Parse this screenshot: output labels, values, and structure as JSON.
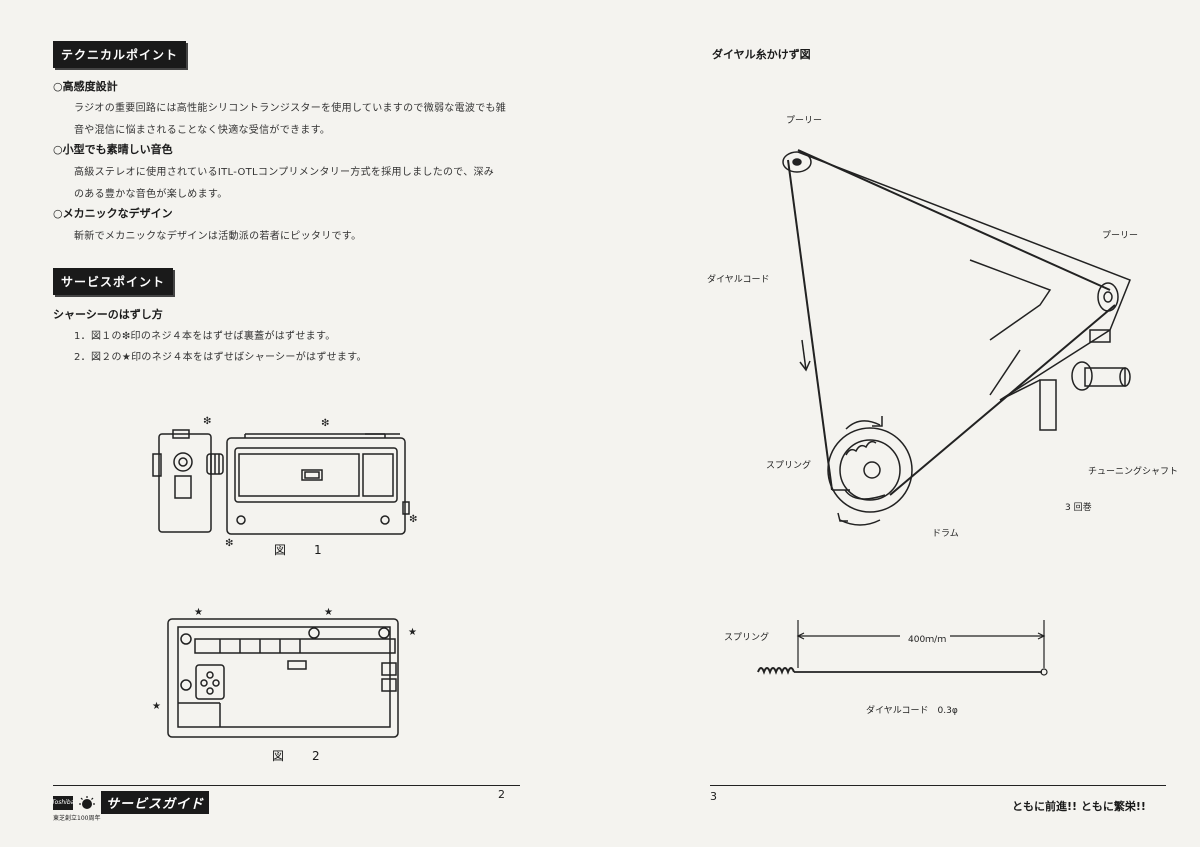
{
  "left": {
    "tech_heading": "テクニカルポイント",
    "points": [
      {
        "title": "○高感度設計",
        "lines": [
          "ラジオの重要回路には高性能シリコントランジスターを使用していますので微弱な電波でも雑",
          "音や混信に悩まされることなく快適な受信ができます。"
        ]
      },
      {
        "title": "○小型でも素晴しい音色",
        "lines": [
          "高級ステレオに使用されているITL-OTLコンプリメンタリー方式を採用しましたので、深み",
          "のある豊かな音色が楽しめます。"
        ]
      },
      {
        "title": "○メカニックなデザイン",
        "lines": [
          "斬新でメカニックなデザインは活動派の若者にピッタリです。"
        ]
      }
    ],
    "service_heading": "サービスポイント",
    "chassis_title": "シャーシーのはずし方",
    "steps": [
      "1．図１の❇印のネジ４本をはずせば裏蓋がはずせます。",
      "2．図２の★印のネジ４本をはずせばシャーシーがはずせます。"
    ],
    "fig1_caption": "図　1",
    "fig2_caption": "図　2",
    "fig1_marker": "❇",
    "fig2_marker": "★",
    "page_number": "2",
    "brand_mark": "Toshiba",
    "brand_name": "サービスガイド",
    "brand_sub": "東芝創立100周年"
  },
  "right": {
    "title": "ダイヤル糸かけず図",
    "labels": {
      "pulley_top": "プーリー",
      "pulley_right": "プーリー",
      "dial_cord": "ダイヤルコード",
      "spring": "スプリング",
      "drum": "ドラム",
      "tuning_shaft": "チューニングシャフト",
      "three_turns": "3 回巻"
    },
    "lower": {
      "spring": "スプリング",
      "length": "400ｍ/ｍ",
      "cord": "ダイヤルコード　0.3φ"
    },
    "page_number": "3",
    "slogan": "ともに前進!! ともに繁栄!!"
  }
}
